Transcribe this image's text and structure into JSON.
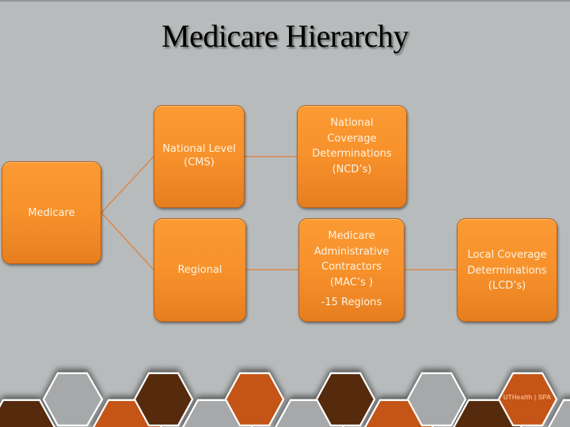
{
  "slide": {
    "title": "Medicare Hierarchy",
    "background_color": "#b8bbbc",
    "node_color": "#f7912b",
    "connector_color": "#d98a4a"
  },
  "nodes": {
    "medicare": {
      "lines": [
        "Medicare"
      ]
    },
    "national_level": {
      "lines": [
        "National Level",
        "(CMS)"
      ]
    },
    "ncd": {
      "lines": [
        "National",
        "Coverage",
        "Determinations",
        "(NCD’s)"
      ]
    },
    "regional": {
      "lines": [
        "Regional"
      ]
    },
    "mac": {
      "lines": [
        "Medicare",
        "Administrative",
        "Contractors",
        "(MAC’s )"
      ],
      "sub": "-15 Regions"
    },
    "lcd": {
      "lines": [
        "Local Coverage",
        "Determinations",
        "(LCD’s)"
      ]
    }
  },
  "edges": [
    [
      "Medicare",
      "National Level (CMS)"
    ],
    [
      "Medicare",
      "Regional"
    ],
    [
      "National Level (CMS)",
      "National Coverage Determinations (NCD’s)"
    ],
    [
      "Regional",
      "Medicare Administrative Contractors (MAC’s )"
    ],
    [
      "Medicare Administrative Contractors (MAC’s )",
      "Local Coverage Determinations (LCD’s)"
    ]
  ],
  "footer": {
    "brand_text": "UTHealth | SPA",
    "hex_colors": {
      "gray": "#a7a8a9",
      "brown": "#552a0c",
      "orange": "#c45417"
    }
  }
}
